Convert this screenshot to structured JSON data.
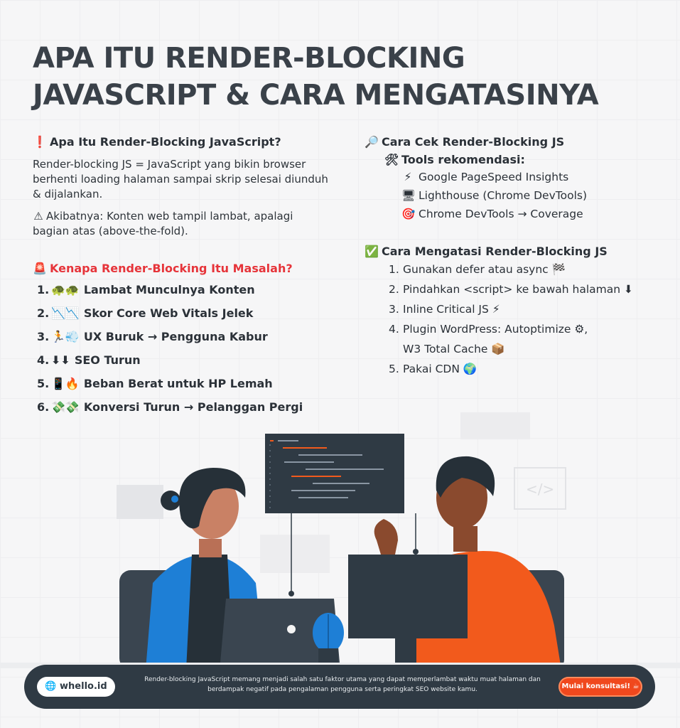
{
  "title": {
    "line1": "APA ITU RENDER-BLOCKING",
    "line2": "JAVASCRIPT & CARA MENGATASINYA"
  },
  "what": {
    "icon": "exclamation-icon",
    "heading": "Apa Itu Render-Blocking JavaScript?",
    "body": "Render-blocking JS = JavaScript yang bikin browser berhenti loading halaman sampai skrip selesai diunduh & dijalankan.",
    "warning_icon": "warning-icon",
    "warning": "Akibatnya: Konten web tampil lambat, apalagi bagian atas (above-the-fold)."
  },
  "problem": {
    "icon": "siren-icon",
    "heading": "Kenapa Render-Blocking Itu Masalah?",
    "items": [
      {
        "n": "1.",
        "emoji": "🐢🐢",
        "text": "Lambat Munculnya Konten"
      },
      {
        "n": "2.",
        "emoji": "📉📉",
        "text": "Skor Core Web Vitals Jelek"
      },
      {
        "n": "3.",
        "emoji": "🏃💨",
        "text": "UX Buruk → Pengguna Kabur"
      },
      {
        "n": "4.",
        "emoji": "⬇⬇",
        "text": "SEO Turun"
      },
      {
        "n": "5.",
        "emoji": "📱🔥",
        "text": "Beban Berat untuk HP Lemah"
      },
      {
        "n": "6.",
        "emoji": "💸💸",
        "text": "Konversi Turun → Pelanggan Pergi"
      }
    ]
  },
  "check": {
    "icon": "magnifier-icon",
    "heading": "Cara Cek Render-Blocking JS",
    "tools_icon": "tools-icon",
    "tools_heading": "Tools rekomendasi:",
    "tools": [
      {
        "emoji": "⚡",
        "icon": "lightning-icon",
        "text": "Google PageSpeed Insights"
      },
      {
        "emoji": "🖥",
        "icon": "monitor-icon",
        "text": "Lighthouse (Chrome DevTools)"
      },
      {
        "emoji": "🎯",
        "icon": "target-icon",
        "text": "Chrome DevTools → Coverage"
      }
    ]
  },
  "fix": {
    "icon": "check-icon",
    "heading": "Cara Mengatasi Render-Blocking JS",
    "items": [
      {
        "n": "1.",
        "text": "Gunakan defer atau async 🏁"
      },
      {
        "n": "2.",
        "text": "Pindahkan <script> ke bawah halaman ⬇"
      },
      {
        "n": "3.",
        "text": "Inline Critical JS ⚡"
      },
      {
        "n": "4.",
        "text": "Plugin WordPress: Autoptimize ⚙,"
      },
      {
        "n": "",
        "text": "W3 Total Cache 📦"
      },
      {
        "n": "5.",
        "text": "Pakai CDN 🌍"
      }
    ]
  },
  "footer": {
    "brand": "whello.id",
    "brand_icon": "globe-icon",
    "text": "Render-blocking JavaScript memang menjadi salah satu faktor utama yang dapat memperlambat waktu muat halaman dan berdampak negatif pada pengalaman pengguna serta peringkat SEO website kamu.",
    "cta": "Mulai konsultasi! ☕"
  },
  "colors": {
    "accent_red": "#e6343a",
    "footer_bg": "#2f3a44",
    "cta_orange": "#f0481d",
    "shirt_blue": "#1e7fd6",
    "shirt_orange": "#f25a1c"
  }
}
